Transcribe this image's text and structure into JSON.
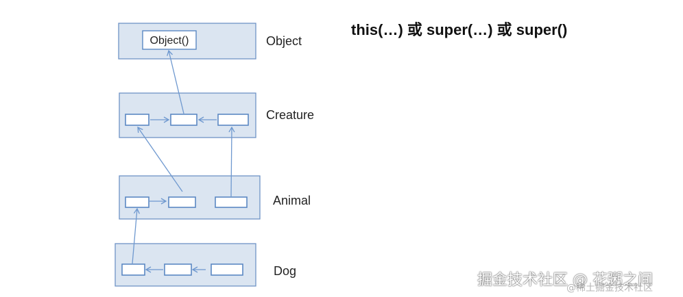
{
  "title": "this(…) 或 super(…) 或 super()",
  "layers": [
    {
      "id": "object",
      "label": "Object",
      "slots": [
        {
          "text": "Object()"
        }
      ]
    },
    {
      "id": "creature",
      "label": "Creature",
      "slots": [
        {
          "text": ""
        },
        {
          "text": ""
        },
        {
          "text": ""
        }
      ]
    },
    {
      "id": "animal",
      "label": "Animal",
      "slots": [
        {
          "text": ""
        },
        {
          "text": ""
        },
        {
          "text": ""
        }
      ]
    },
    {
      "id": "dog",
      "label": "Dog",
      "slots": [
        {
          "text": ""
        },
        {
          "text": ""
        },
        {
          "text": ""
        }
      ]
    }
  ],
  "watermark": {
    "main": "掘金技术社区 @ 花粥之间",
    "sub": "@稀土掘金技术社区"
  },
  "colors": {
    "layer_fill": "#dbe5f1",
    "layer_stroke": "#6f93c5",
    "arrow": "#6e98cf"
  }
}
